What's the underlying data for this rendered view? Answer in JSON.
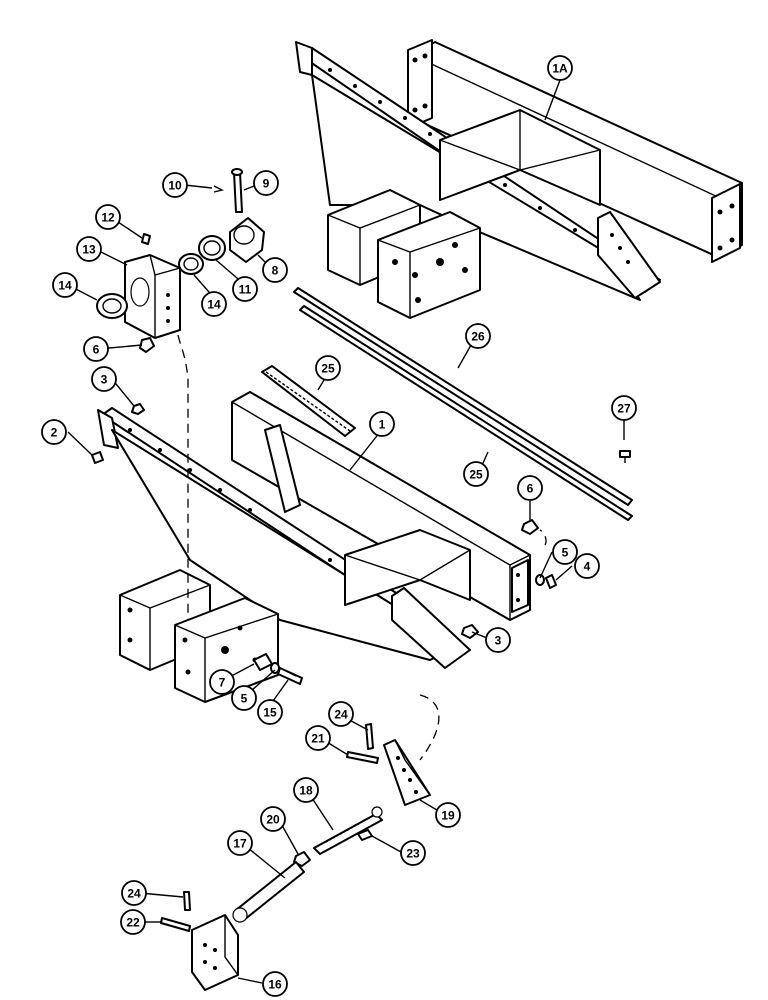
{
  "callouts": [
    {
      "id": "1A",
      "label": "1A"
    },
    {
      "id": "1",
      "label": "1"
    },
    {
      "id": "2",
      "label": "2"
    },
    {
      "id": "3a",
      "label": "3"
    },
    {
      "id": "3b",
      "label": "3"
    },
    {
      "id": "4",
      "label": "4"
    },
    {
      "id": "5a",
      "label": "5"
    },
    {
      "id": "5b",
      "label": "5"
    },
    {
      "id": "6a",
      "label": "6"
    },
    {
      "id": "6b",
      "label": "6"
    },
    {
      "id": "7",
      "label": "7"
    },
    {
      "id": "8",
      "label": "8"
    },
    {
      "id": "9",
      "label": "9"
    },
    {
      "id": "10",
      "label": "10"
    },
    {
      "id": "11",
      "label": "11"
    },
    {
      "id": "12",
      "label": "12"
    },
    {
      "id": "13",
      "label": "13"
    },
    {
      "id": "14a",
      "label": "14"
    },
    {
      "id": "14b",
      "label": "14"
    },
    {
      "id": "15",
      "label": "15"
    },
    {
      "id": "16",
      "label": "16"
    },
    {
      "id": "17",
      "label": "17"
    },
    {
      "id": "18",
      "label": "18"
    },
    {
      "id": "19",
      "label": "19"
    },
    {
      "id": "20",
      "label": "20"
    },
    {
      "id": "21",
      "label": "21"
    },
    {
      "id": "22",
      "label": "22"
    },
    {
      "id": "23",
      "label": "23"
    },
    {
      "id": "24a",
      "label": "24"
    },
    {
      "id": "24b",
      "label": "24"
    },
    {
      "id": "25a",
      "label": "25"
    },
    {
      "id": "25b",
      "label": "25"
    },
    {
      "id": "26",
      "label": "26"
    },
    {
      "id": "27",
      "label": "27"
    }
  ]
}
